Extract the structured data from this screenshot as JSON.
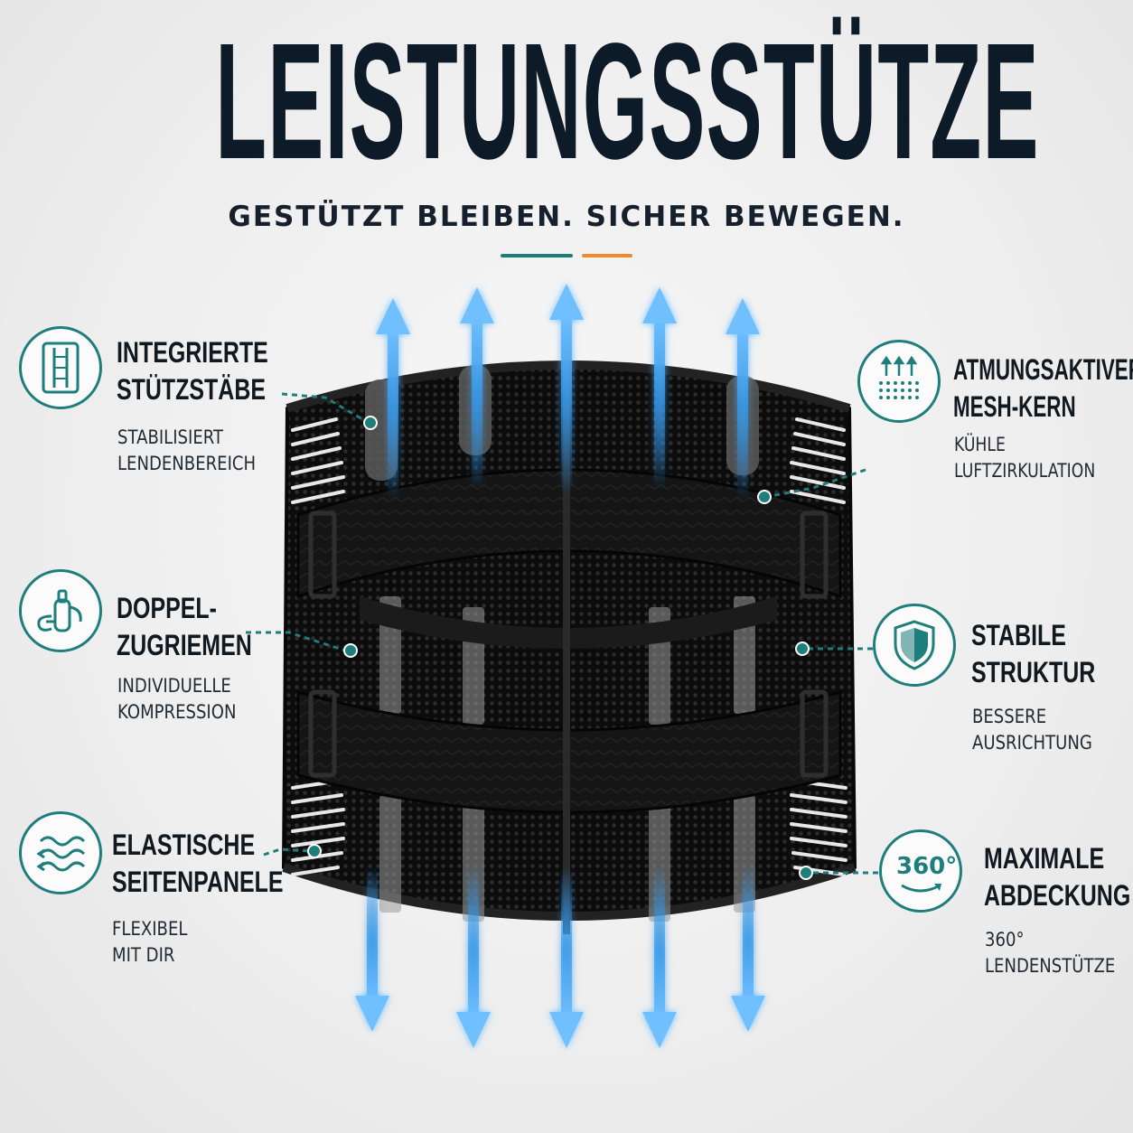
{
  "header": {
    "title": "LEISTUNGSSTÜTZE",
    "subtitle": "GESTÜTZT BLEIBEN. SICHER BEWEGEN."
  },
  "colors": {
    "accent_teal": "#1e7e7b",
    "accent_orange": "#f08a2b",
    "text_dark": "#101820",
    "arrow_blue": "#2e8fe0",
    "belt_black": "#121212"
  },
  "features": [
    {
      "icon": "support-rods-icon",
      "title_line1": "INTEGRIERTE",
      "title_line2": "STÜTZSTÄBE",
      "sub_line1": "STABILISIERT",
      "sub_line2": "LENDENBEREICH"
    },
    {
      "icon": "pull-strap-icon",
      "title_line1": "DOPPEL-",
      "title_line2": "ZUGRIEMEN",
      "sub_line1": "INDIVIDUELLE",
      "sub_line2": "KOMPRESSION"
    },
    {
      "icon": "elastic-waves-icon",
      "title_line1": "ELASTISCHE",
      "title_line2": "SEITENPANELE",
      "sub_line1": "FLEXIBEL",
      "sub_line2": "MIT DIR"
    },
    {
      "icon": "breathable-mesh-icon",
      "title_line1": "ATMUNGSAKTIVER",
      "title_line2": "MESH-KERN",
      "sub_line1": "KÜHLE",
      "sub_line2": "LUFTZIRKULATION"
    },
    {
      "icon": "shield-icon",
      "title_line1": "STABILE",
      "title_line2": "STRUKTUR",
      "sub_line1": "BESSERE",
      "sub_line2": "AUSRICHTUNG"
    },
    {
      "icon": "360-rotation-icon",
      "icon_text": "360°",
      "title_line1": "MAXIMALE",
      "title_line2": "ABDECKUNG",
      "sub_line1": "360°",
      "sub_line2": "LENDENSTÜTZE"
    }
  ]
}
